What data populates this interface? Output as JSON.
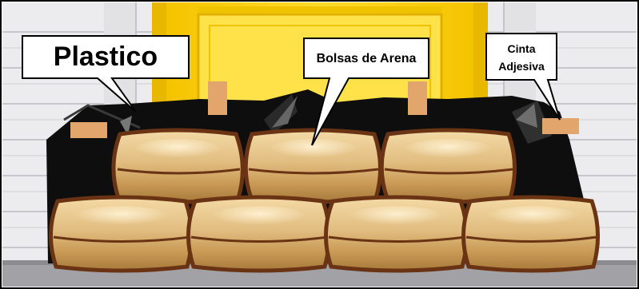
{
  "labels": {
    "plastic": "Plastico",
    "sandbags": "Bolsas de Arena",
    "tape": "Cinta",
    "tape_line2": "Adjesiva"
  },
  "colors": {
    "door": "#FFD21C",
    "door_frame": "#E0B000",
    "wall": "#E9E9EB",
    "wall_line": "#BDBDC2",
    "plastic": "#0C0C0C",
    "sandbag": "#D8B070",
    "sandbag_outline": "#6A3414",
    "tape": "#E0A468",
    "ground": "#9A9A9E"
  }
}
